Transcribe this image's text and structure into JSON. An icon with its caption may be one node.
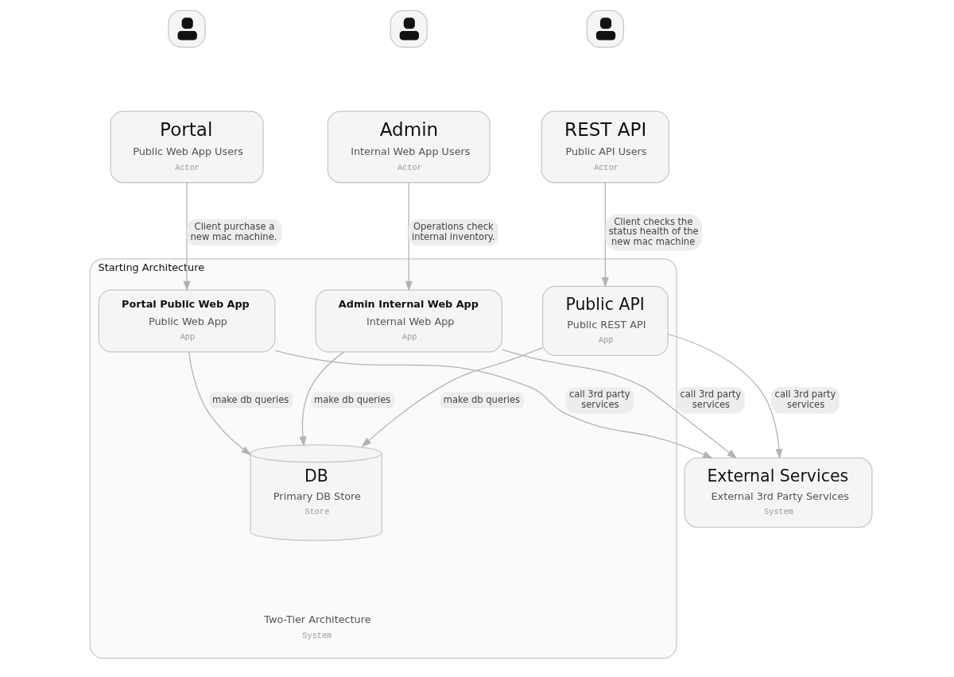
{
  "diagram": {
    "nodes": [
      {
        "text": [],
        "shape": "person"
      },
      {
        "text": [],
        "shape": "person"
      },
      {
        "text": [],
        "shape": "person"
      },
      {
        "text": [
          "Portal",
          "Public Web App Users",
          "Actor"
        ]
      },
      {
        "text": [
          "Admin",
          "Internal Web App Users",
          "Actor"
        ]
      },
      {
        "text": [
          "REST API",
          "Public API Users",
          "Actor"
        ]
      },
      {
        "text": [
          "Starting Architecture",
          "Two-Tier Architecture",
          "System"
        ]
      },
      {
        "text": [
          "Portal Public Web App",
          "Public Web App",
          "App"
        ],
        "in": 6
      },
      {
        "text": [
          "Admin Internal Web App",
          "Internal Web App",
          "App"
        ],
        "in": 6
      },
      {
        "text": [
          "Public API",
          "Public REST API",
          "App"
        ],
        "in": 6
      },
      {
        "text": [
          "DB",
          "Primary DB Store",
          "Store"
        ],
        "in": 6
      },
      {
        "text": [
          "External Services",
          "External 3rd Party Services",
          "System"
        ]
      }
    ],
    "edges": [
      {
        "from": 3,
        "to": 7,
        "arrow": "to",
        "label": "Client purchase a new mac machine."
      },
      {
        "from": 4,
        "to": 8,
        "arrow": "to",
        "label": "Operations check internal inventory."
      },
      {
        "from": 5,
        "to": 9,
        "arrow": "to",
        "label": "Client checks the status health of the new mac machine"
      },
      {
        "from": 7,
        "to": 10,
        "arrow": "to",
        "label": "make db queries"
      },
      {
        "from": 7,
        "to": 11,
        "arrow": "to",
        "label": "call 3rd party services"
      },
      {
        "from": 8,
        "to": 10,
        "arrow": "to",
        "label": "make db queries"
      },
      {
        "from": 8,
        "to": 11,
        "arrow": "to",
        "label": "call 3rd party services"
      },
      {
        "from": 9,
        "to": 10,
        "arrow": "to",
        "label": "make db queries"
      },
      {
        "from": 9,
        "to": 11,
        "arrow": "to",
        "label": "call 3rd party services"
      }
    ]
  }
}
